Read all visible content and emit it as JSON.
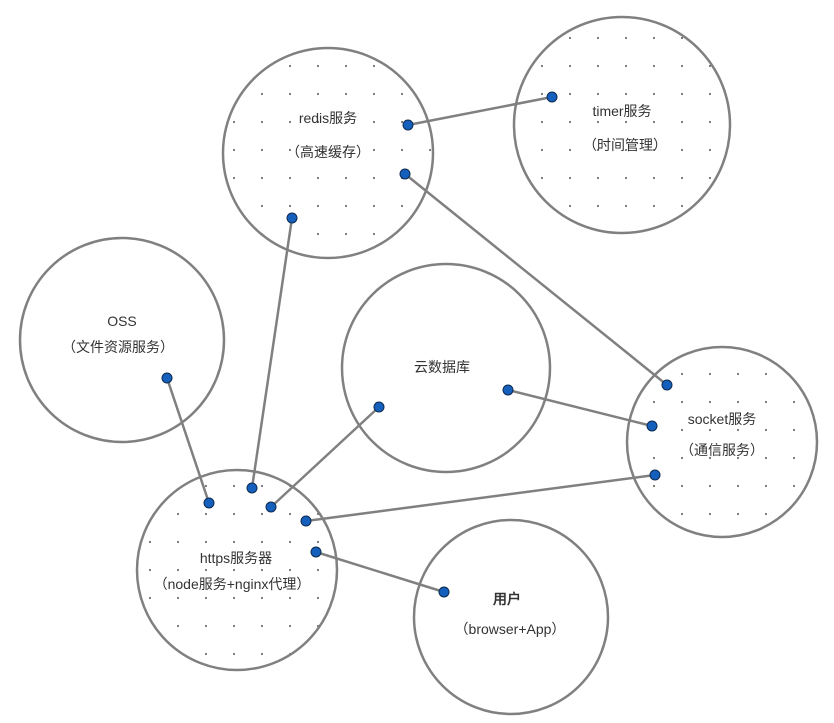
{
  "nodes": {
    "redis": {
      "line1": "redis服务",
      "line2": "（高速缓存）"
    },
    "timer": {
      "line1": "timer服务",
      "line2": "（时间管理）"
    },
    "oss": {
      "line1": "OSS",
      "line2": "（文件资源服务）"
    },
    "db": {
      "line1": "云数据库"
    },
    "socket": {
      "line1": "socket服务",
      "line2": "（通信服务）"
    },
    "https": {
      "line1": "https服务器",
      "line2": "（node服务+nginx代理）"
    },
    "user": {
      "line1": "用户",
      "line2": "（browser+App）"
    }
  },
  "colors": {
    "stroke": "#808080",
    "endpoint": "#1560bd",
    "dot": "#555555"
  }
}
